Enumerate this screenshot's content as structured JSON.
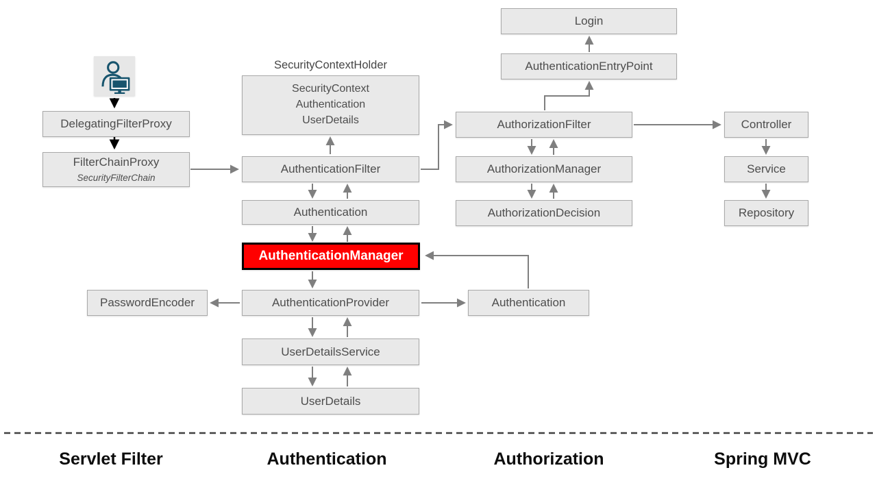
{
  "colors": {
    "highlight_red": "#FF0000",
    "box_fill": "#E9E9E9",
    "box_border": "#A9A9A9",
    "arrow_gray": "#7F7F7F",
    "arrow_black": "#000000",
    "icon_teal": "#17546D"
  },
  "nodes": {
    "user": {
      "icon": "user-at-computer-icon"
    },
    "delegating_filter_proxy": {
      "label": "DelegatingFilterProxy"
    },
    "filter_chain_proxy": {
      "label": "FilterChainProxy",
      "sublabel": "SecurityFilterChain"
    },
    "security_context_holder": {
      "title": "SecurityContextHolder",
      "lines": [
        "SecurityContext",
        "Authentication",
        "UserDetails"
      ]
    },
    "authentication_filter": {
      "label": "AuthenticationFilter"
    },
    "authentication_mid": {
      "label": "Authentication"
    },
    "authentication_manager": {
      "label": "AuthenticationManager",
      "highlighted": true
    },
    "authentication_provider": {
      "label": "AuthenticationProvider"
    },
    "password_encoder": {
      "label": "PasswordEncoder"
    },
    "authentication_right": {
      "label": "Authentication"
    },
    "user_details_service": {
      "label": "UserDetailsService"
    },
    "user_details": {
      "label": "UserDetails"
    },
    "login": {
      "label": "Login"
    },
    "authentication_entry_point": {
      "label": "AuthenticationEntryPoint"
    },
    "authorization_filter": {
      "label": "AuthorizationFilter"
    },
    "authorization_manager": {
      "label": "AuthorizationManager"
    },
    "authorization_decision": {
      "label": "AuthorizationDecision"
    },
    "controller": {
      "label": "Controller"
    },
    "service": {
      "label": "Service"
    },
    "repository": {
      "label": "Repository"
    }
  },
  "lanes": {
    "servlet_filter": "Servlet Filter",
    "authentication": "Authentication",
    "authorization": "Authorization",
    "spring_mvc": "Spring MVC"
  }
}
